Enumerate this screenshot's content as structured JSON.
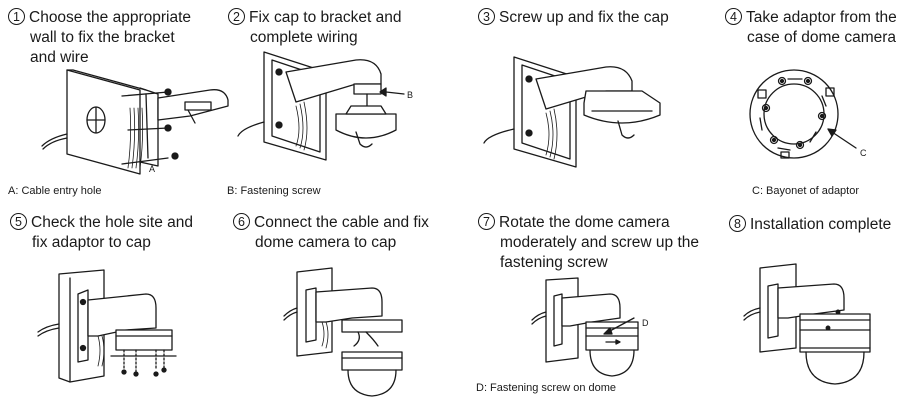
{
  "steps": [
    {
      "number": "1",
      "lines": [
        "Choose the appropriate",
        "wall to fix the bracket",
        "and wire"
      ],
      "caption": "A: Cable entry hole",
      "callout": "A"
    },
    {
      "number": "2",
      "lines": [
        "Fix cap to bracket and",
        "complete wiring"
      ],
      "caption": "B: Fastening screw",
      "callout": "B"
    },
    {
      "number": "3",
      "lines": [
        "Screw up and fix the cap"
      ]
    },
    {
      "number": "4",
      "lines": [
        "Take adaptor from the",
        "case of dome camera"
      ],
      "caption": "C: Bayonet of adaptor",
      "callout": "C"
    },
    {
      "number": "5",
      "lines": [
        "Check the hole site and",
        "fix adaptor to cap"
      ]
    },
    {
      "number": "6",
      "lines": [
        "Connect the cable and fix",
        "dome camera to cap"
      ]
    },
    {
      "number": "7",
      "lines": [
        "Rotate the dome camera",
        "moderately and screw up the",
        "fastening screw"
      ],
      "caption": "D: Fastening screw on dome",
      "callout": "D"
    },
    {
      "number": "8",
      "lines": [
        "Installation complete"
      ]
    }
  ]
}
